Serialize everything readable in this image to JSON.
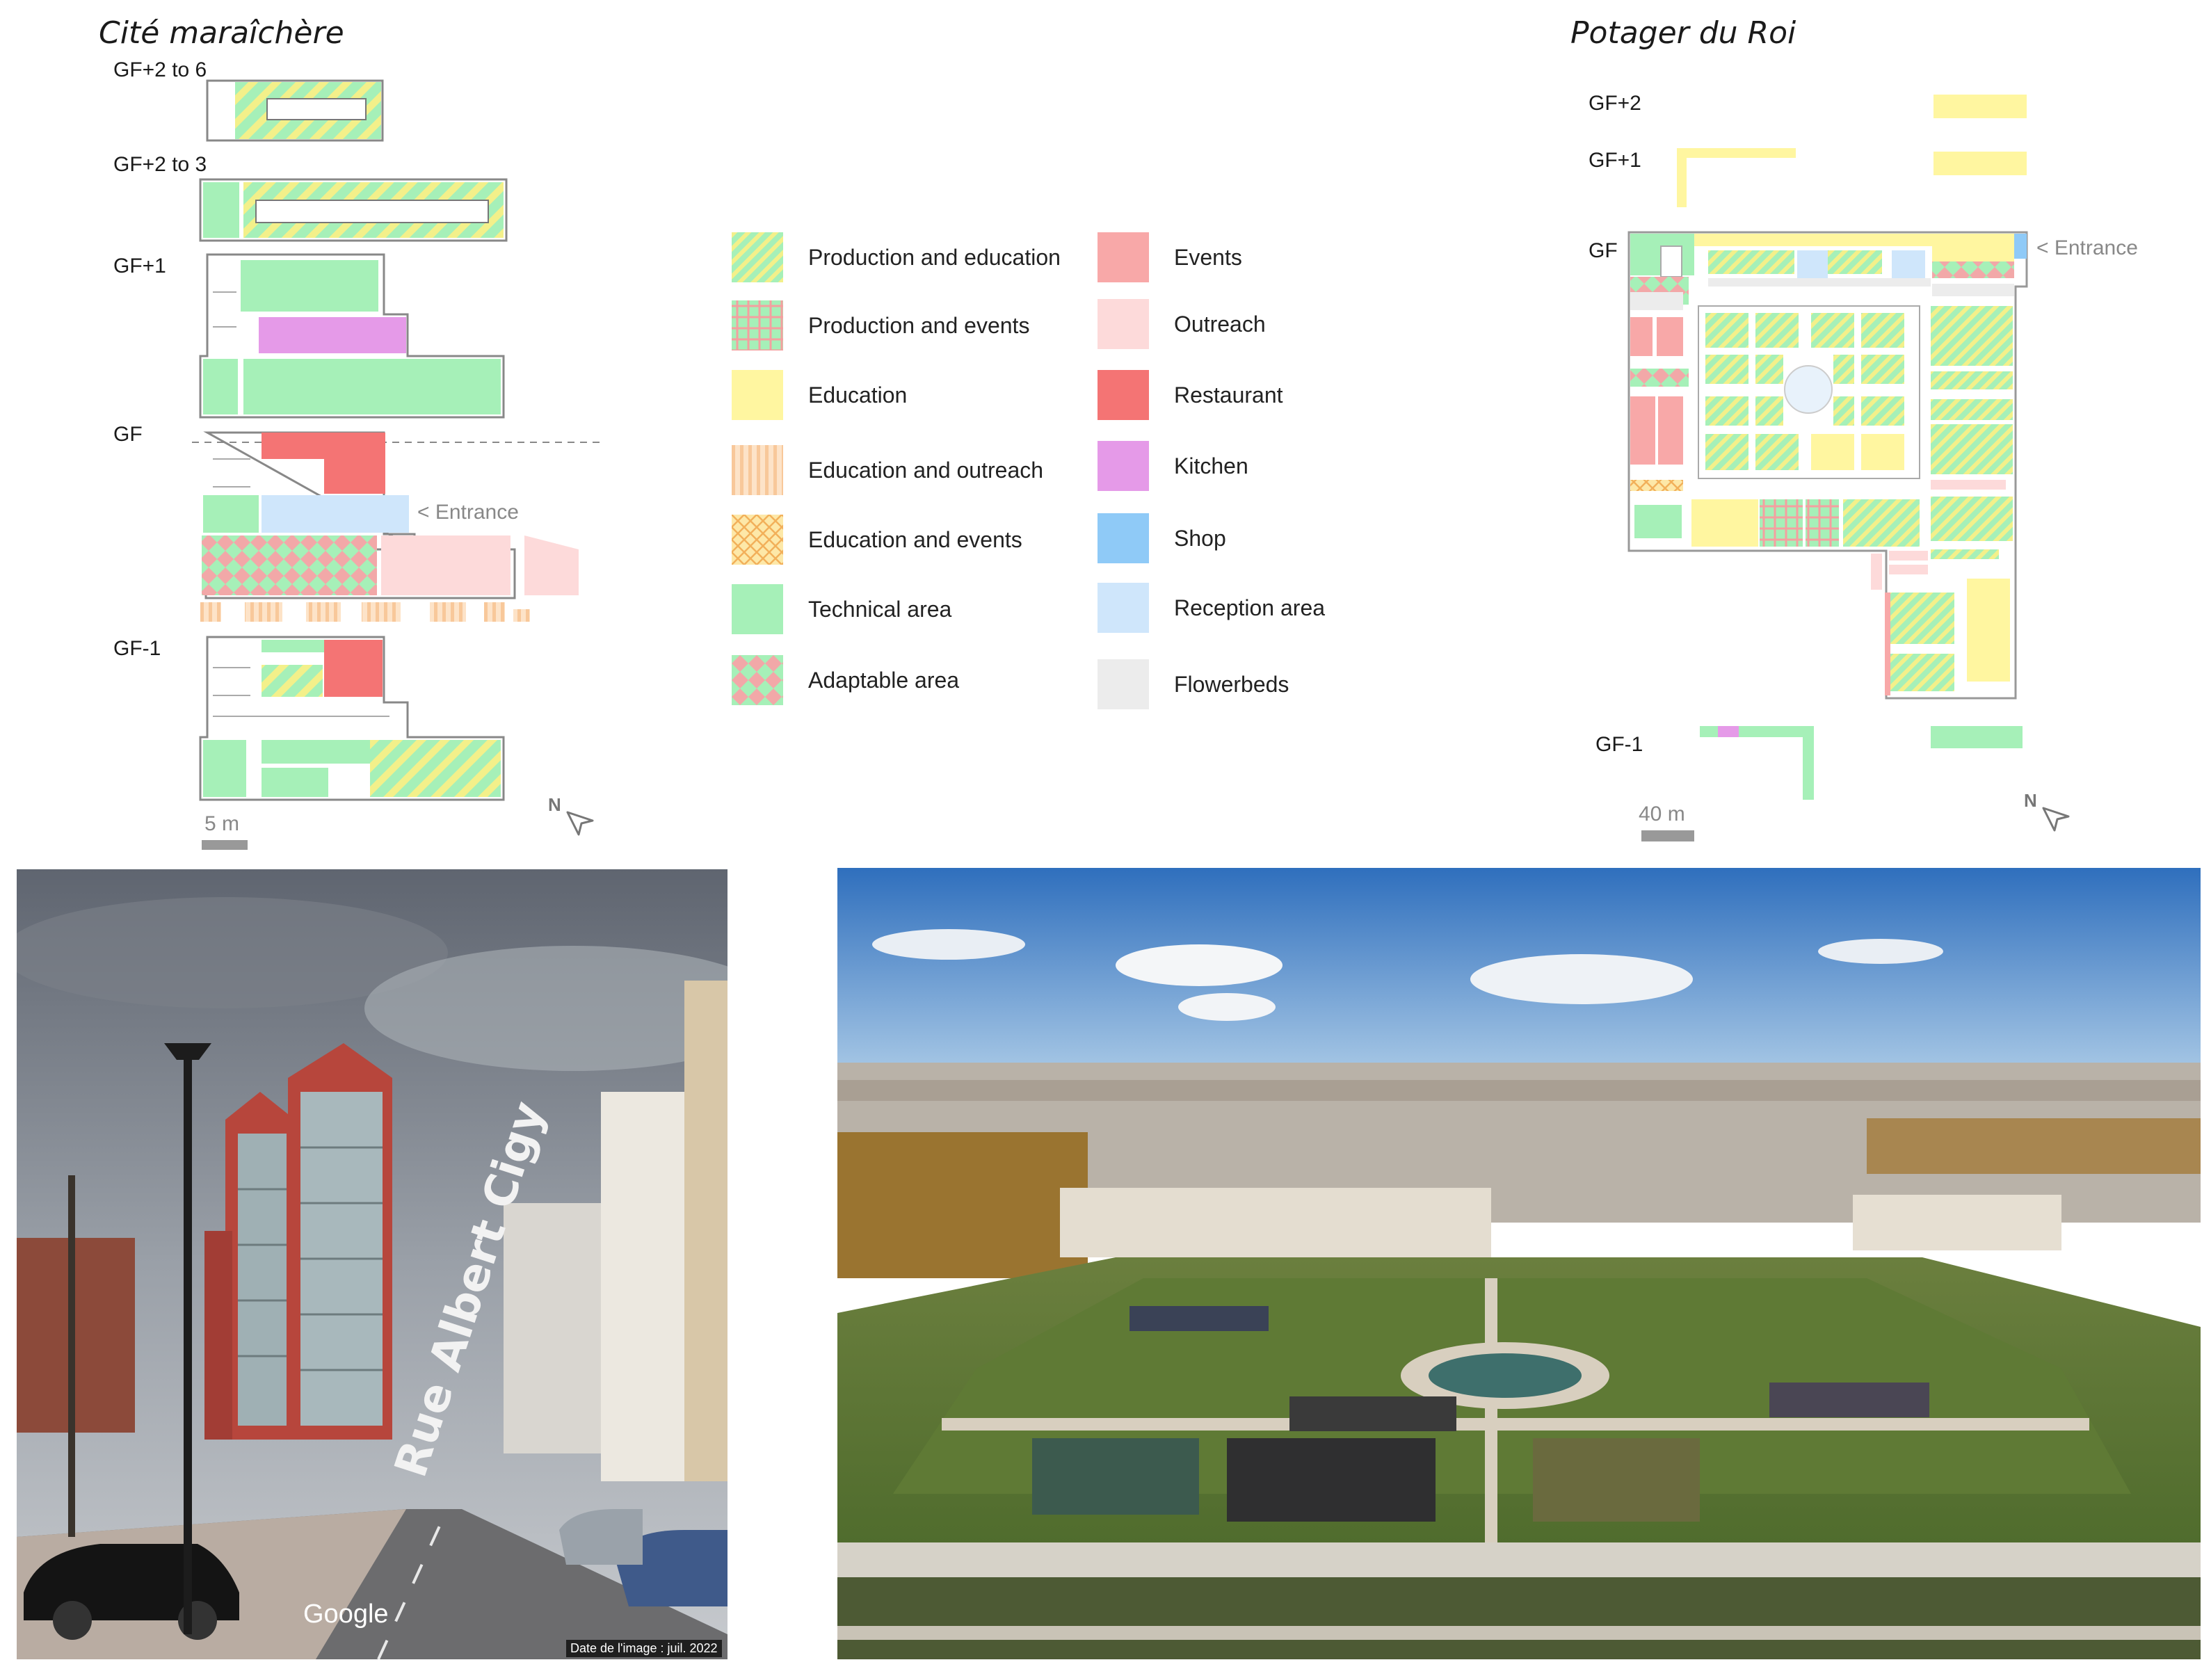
{
  "colors": {
    "production_education": "#a6f0b8/#f3f08a hatched",
    "technical": "#a6f0b8",
    "education": "#fff6a0",
    "events": "#f8a8a8",
    "outreach": "#fddada",
    "restaurant": "#f47474",
    "kitchen": "#e59ae8",
    "shop": "#8fcaf7",
    "reception": "#cfe6fb",
    "flowerbeds": "#ececec"
  },
  "cite": {
    "title": "Cité maraîchère",
    "levels": {
      "gf26": "GF+2 to 6",
      "gf23": "GF+2 to 3",
      "gf1": "GF+1",
      "gf": "GF",
      "gfm1": "GF-1"
    },
    "entrance": "< Entrance",
    "scale": "5 m",
    "north": "N"
  },
  "legend": {
    "left": [
      {
        "label": "Production and education",
        "swatch": "sw-prod-edu"
      },
      {
        "label": "Production and events",
        "swatch": "sw-prod-events"
      },
      {
        "label": "Education",
        "swatch": "sw-education"
      },
      {
        "label": "Education and outreach",
        "swatch": "sw-edu-outreach"
      },
      {
        "label": "Education and events",
        "swatch": "sw-edu-events"
      },
      {
        "label": "Technical area",
        "swatch": "sw-technical"
      },
      {
        "label": "Adaptable area",
        "swatch": "sw-adaptable"
      }
    ],
    "right": [
      {
        "label": "Events",
        "swatch": "sw-events"
      },
      {
        "label": "Outreach",
        "swatch": "sw-outreach"
      },
      {
        "label": "Restaurant",
        "swatch": "sw-restaurant"
      },
      {
        "label": "Kitchen",
        "swatch": "sw-kitchen"
      },
      {
        "label": "Shop",
        "swatch": "sw-shop"
      },
      {
        "label": "Reception area",
        "swatch": "sw-reception"
      },
      {
        "label": "Flowerbeds",
        "swatch": "sw-flowerbeds"
      }
    ]
  },
  "potager": {
    "title": "Potager du Roi",
    "levels": {
      "gf2": "GF+2",
      "gf1": "GF+1",
      "gf": "GF",
      "gfm1": "GF-1"
    },
    "entrance": "< Entrance",
    "scale": "40 m",
    "north": "N"
  },
  "photos": {
    "street_sign": "Rue Albert Cigy",
    "google": "Google",
    "date": "Date de l'image : juil. 2022"
  }
}
